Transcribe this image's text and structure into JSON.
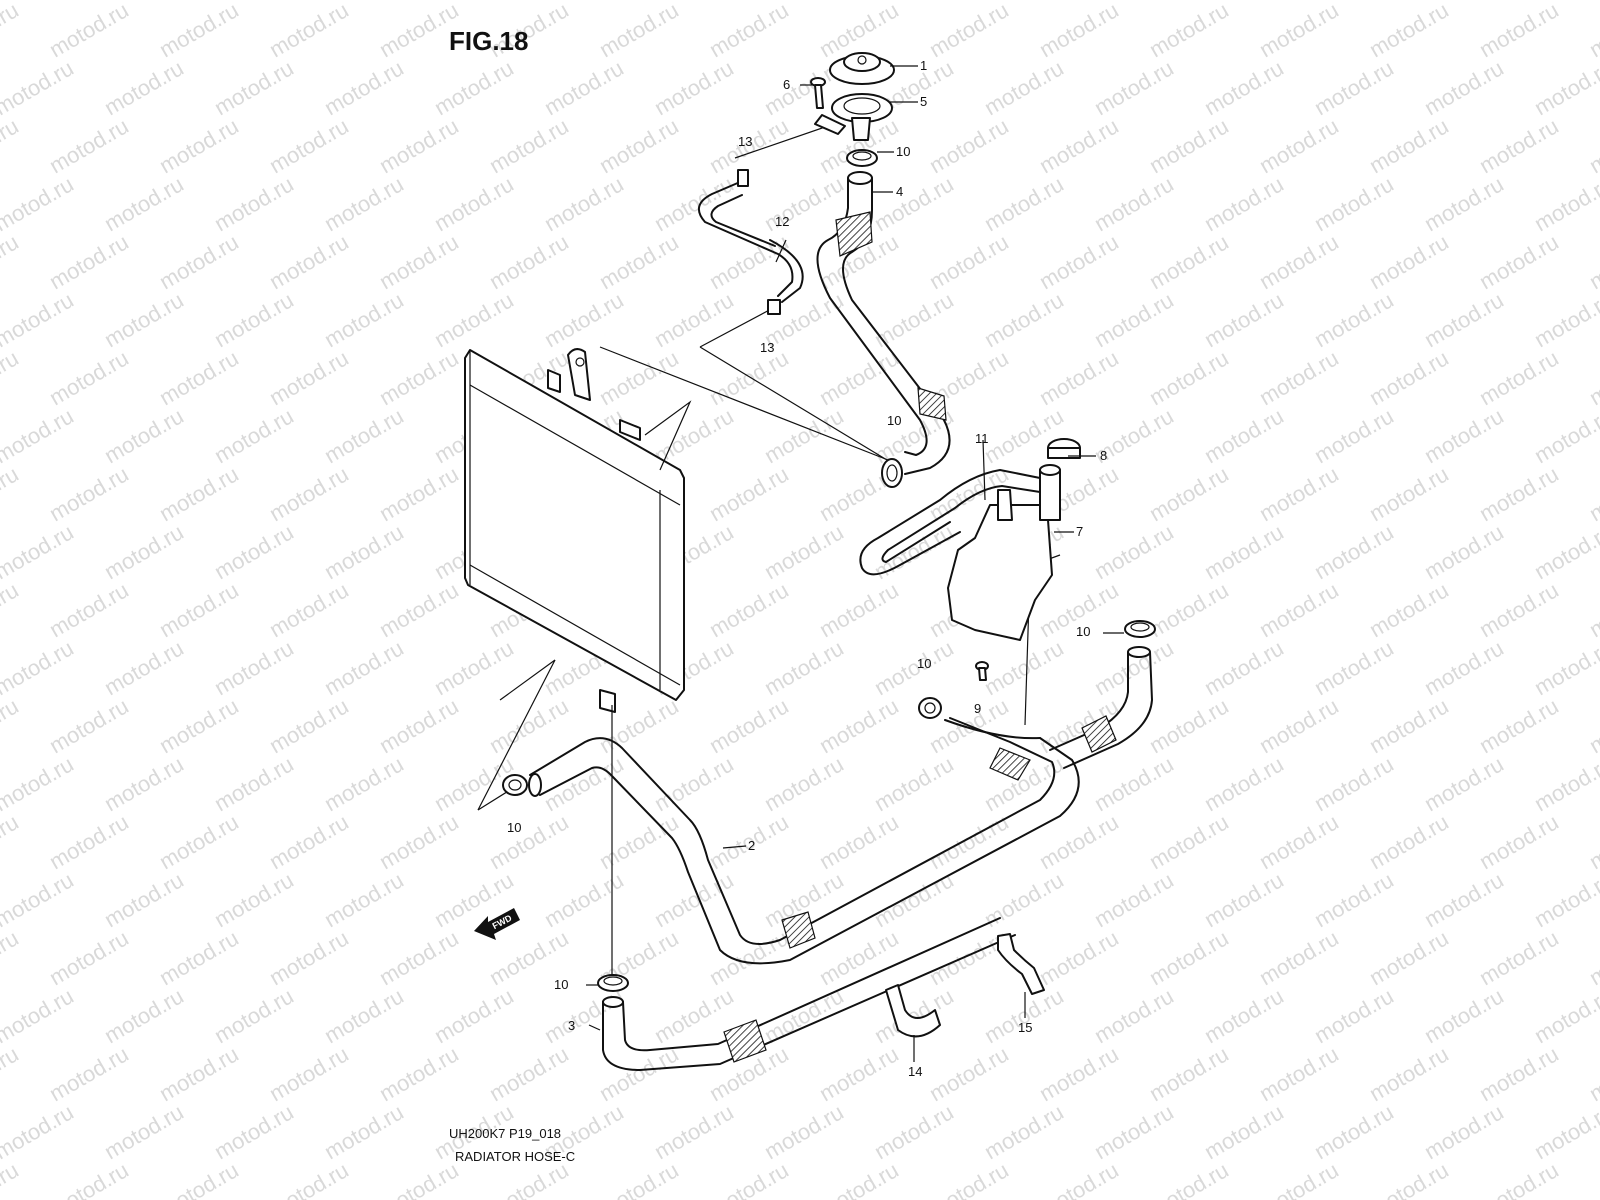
{
  "figure": {
    "title": "FIG.18"
  },
  "watermark": {
    "text": "motod.ru"
  },
  "footer": {
    "code": "UH200K7 P19_018",
    "name": "RADIATOR HOSE-C"
  },
  "direction_badge": {
    "text": "FWD",
    "icon": "fwd-arrow-icon"
  },
  "callouts": [
    "1",
    "5",
    "6",
    "10",
    "13",
    "4",
    "12",
    "13",
    "10",
    "11",
    "8",
    "7",
    "10",
    "10",
    "9",
    "10",
    "2",
    "10",
    "3",
    "14",
    "15"
  ]
}
